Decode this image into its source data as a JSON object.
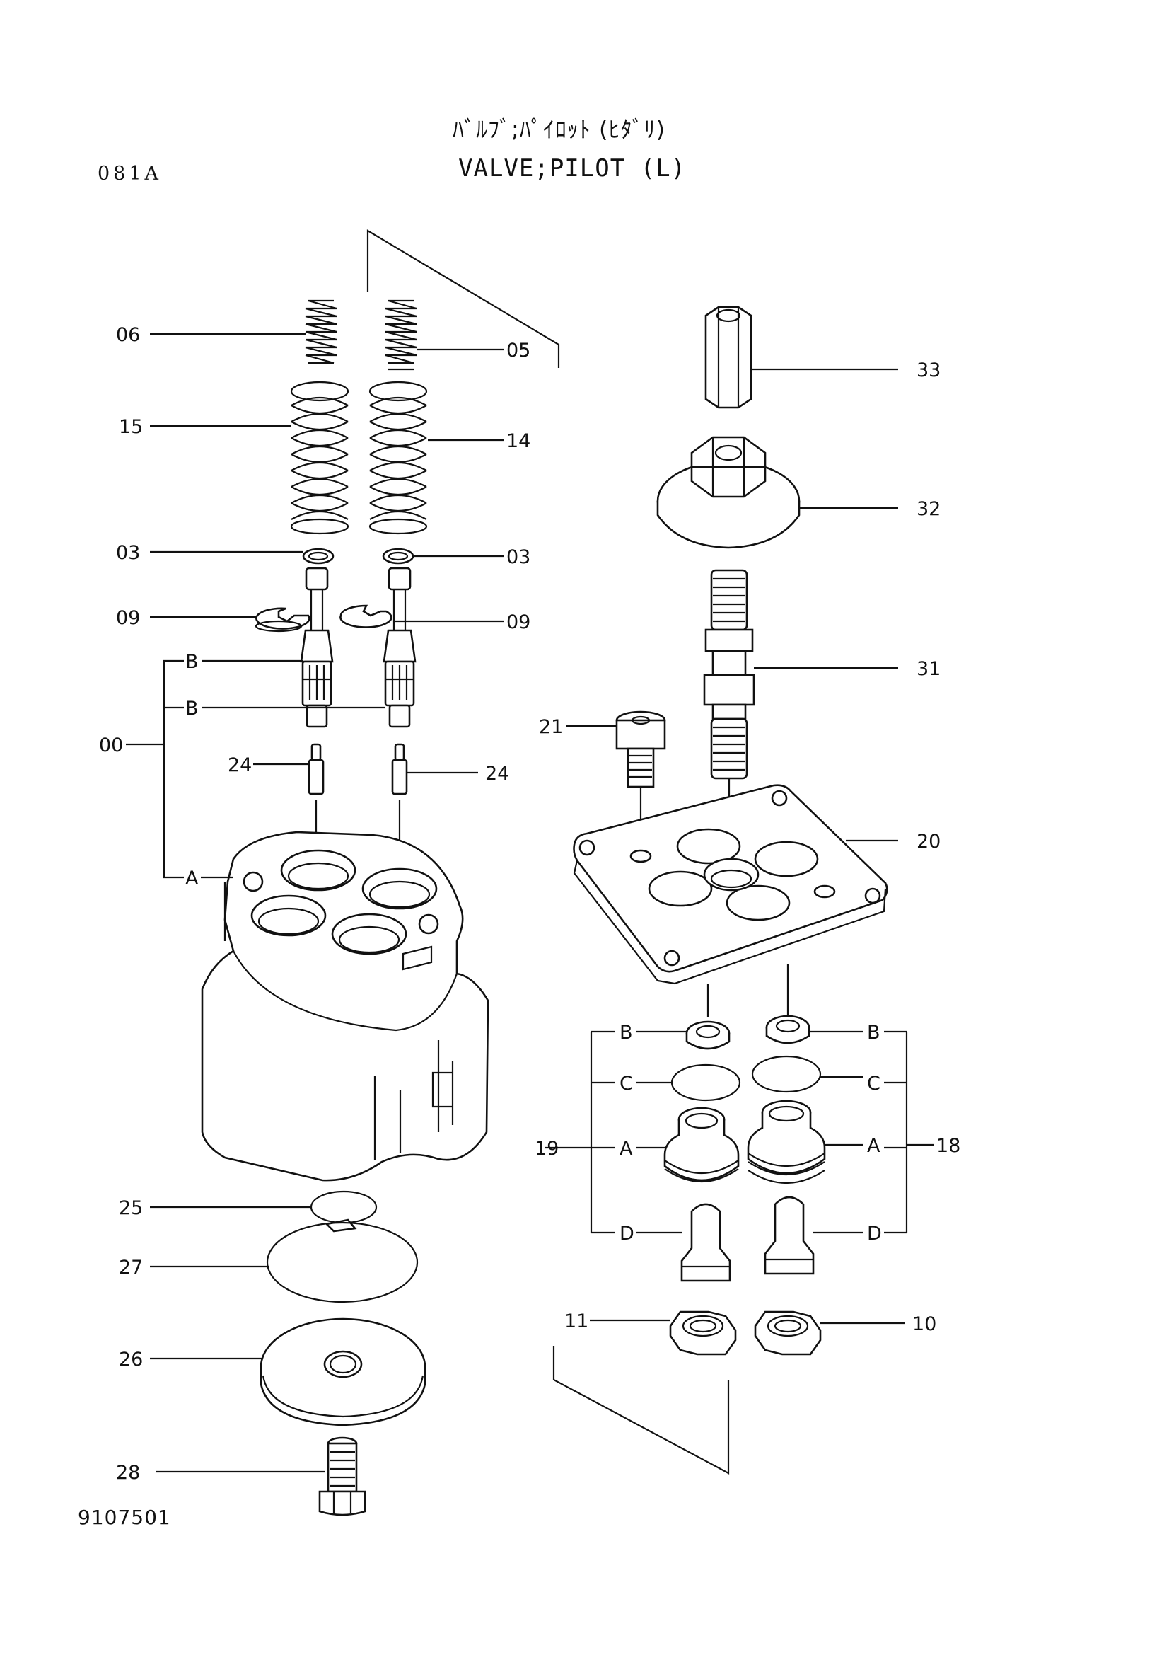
{
  "header": {
    "title_jp": "ﾊﾞﾙﾌﾞ;ﾊﾟｲﾛｯﾄ (ﾋﾀﾞﾘ)",
    "title_en": "VALVE;PILOT (L)",
    "figure_code": "081A",
    "drawing_number": "9107501"
  },
  "callouts": {
    "c06": "06",
    "c05": "05",
    "c15": "15",
    "c14": "14",
    "c03_left": "03",
    "c03_right": "03",
    "c09_left": "09",
    "c09_right": "09",
    "cB_upper": "B",
    "cB_lower": "B",
    "c00": "00",
    "c24_left": "24",
    "c24_right": "24",
    "cA_left": "A",
    "c25": "25",
    "c27": "27",
    "c26": "26",
    "c28": "28",
    "c33": "33",
    "c32": "32",
    "c31": "31",
    "c21": "21",
    "c20": "20",
    "cB_l": "B",
    "cB_r": "B",
    "cC_l": "C",
    "cC_r": "C",
    "c19": "19",
    "cA_l": "A",
    "cA_r": "A",
    "c18": "18",
    "cD_l": "D",
    "cD_r": "D",
    "c11": "11",
    "c10": "10"
  }
}
